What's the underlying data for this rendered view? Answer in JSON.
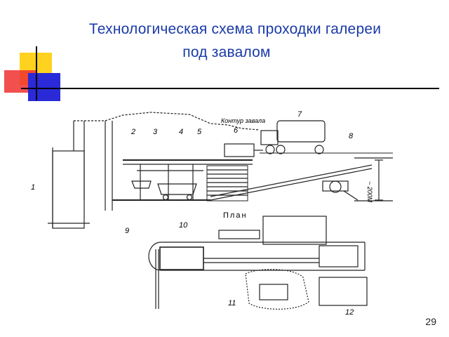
{
  "slide": {
    "title_line1": "Технологическая схема проходки галереи",
    "title_line2": "под завалом",
    "page_number": "29"
  },
  "diagram": {
    "labels": {
      "n1": "1",
      "n2": "2",
      "n3": "3",
      "n4": "4",
      "n5": "5",
      "n6": "6",
      "n7": "7",
      "n8": "8",
      "n9": "9",
      "n10": "10",
      "n11": "11",
      "n12": "12",
      "contour": "Контур завала",
      "plan": "План",
      "dimension": "~ 200М"
    }
  },
  "colors": {
    "title": "#1a3aa8",
    "deco_yellow": "#ffd21f",
    "deco_red": "#f03030",
    "deco_blue": "#2a2ad8"
  }
}
